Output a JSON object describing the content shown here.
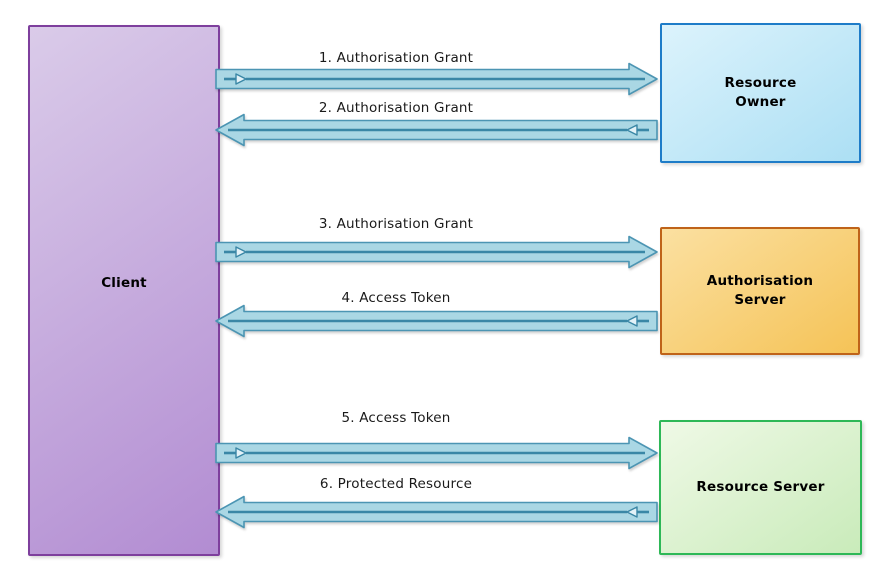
{
  "diagram": {
    "boxes": {
      "client": {
        "label": "Client",
        "fill_light": "#DACBE9",
        "fill_dark": "#B28CD2",
        "border_color": "#7E3F9D"
      },
      "resource_owner": {
        "label": "Resource\nOwner",
        "fill_light": "#DCF3FC",
        "fill_dark": "#ACDFF4",
        "border_color": "#1E7CC8"
      },
      "authorisation_server": {
        "label": "Authorisation\nServer",
        "fill_light": "#FBE0A1",
        "fill_dark": "#F5C357",
        "border_color": "#BF6319"
      },
      "resource_server": {
        "label": "Resource Server",
        "fill_light": "#EFF9E6",
        "fill_dark": "#C9EBBA",
        "border_color": "#2EB857"
      }
    },
    "arrows": [
      {
        "label": "1. Authorisation Grant",
        "direction": "right"
      },
      {
        "label": "2. Authorisation Grant",
        "direction": "left"
      },
      {
        "label": "3. Authorisation Grant",
        "direction": "right"
      },
      {
        "label": "4. Access Token",
        "direction": "left"
      },
      {
        "label": "5. Access Token",
        "direction": "right"
      },
      {
        "label": "6. Protected Resource",
        "direction": "left"
      }
    ],
    "colors": {
      "background": "#FFFFFF",
      "arrow_fill": "#AAD7E4",
      "arrow_stroke": "#4C95B3",
      "arrow_line": "#3A87A6",
      "arrow_glyph_fill": "#E3F2F8",
      "label_text": "#1A1A1A"
    }
  }
}
